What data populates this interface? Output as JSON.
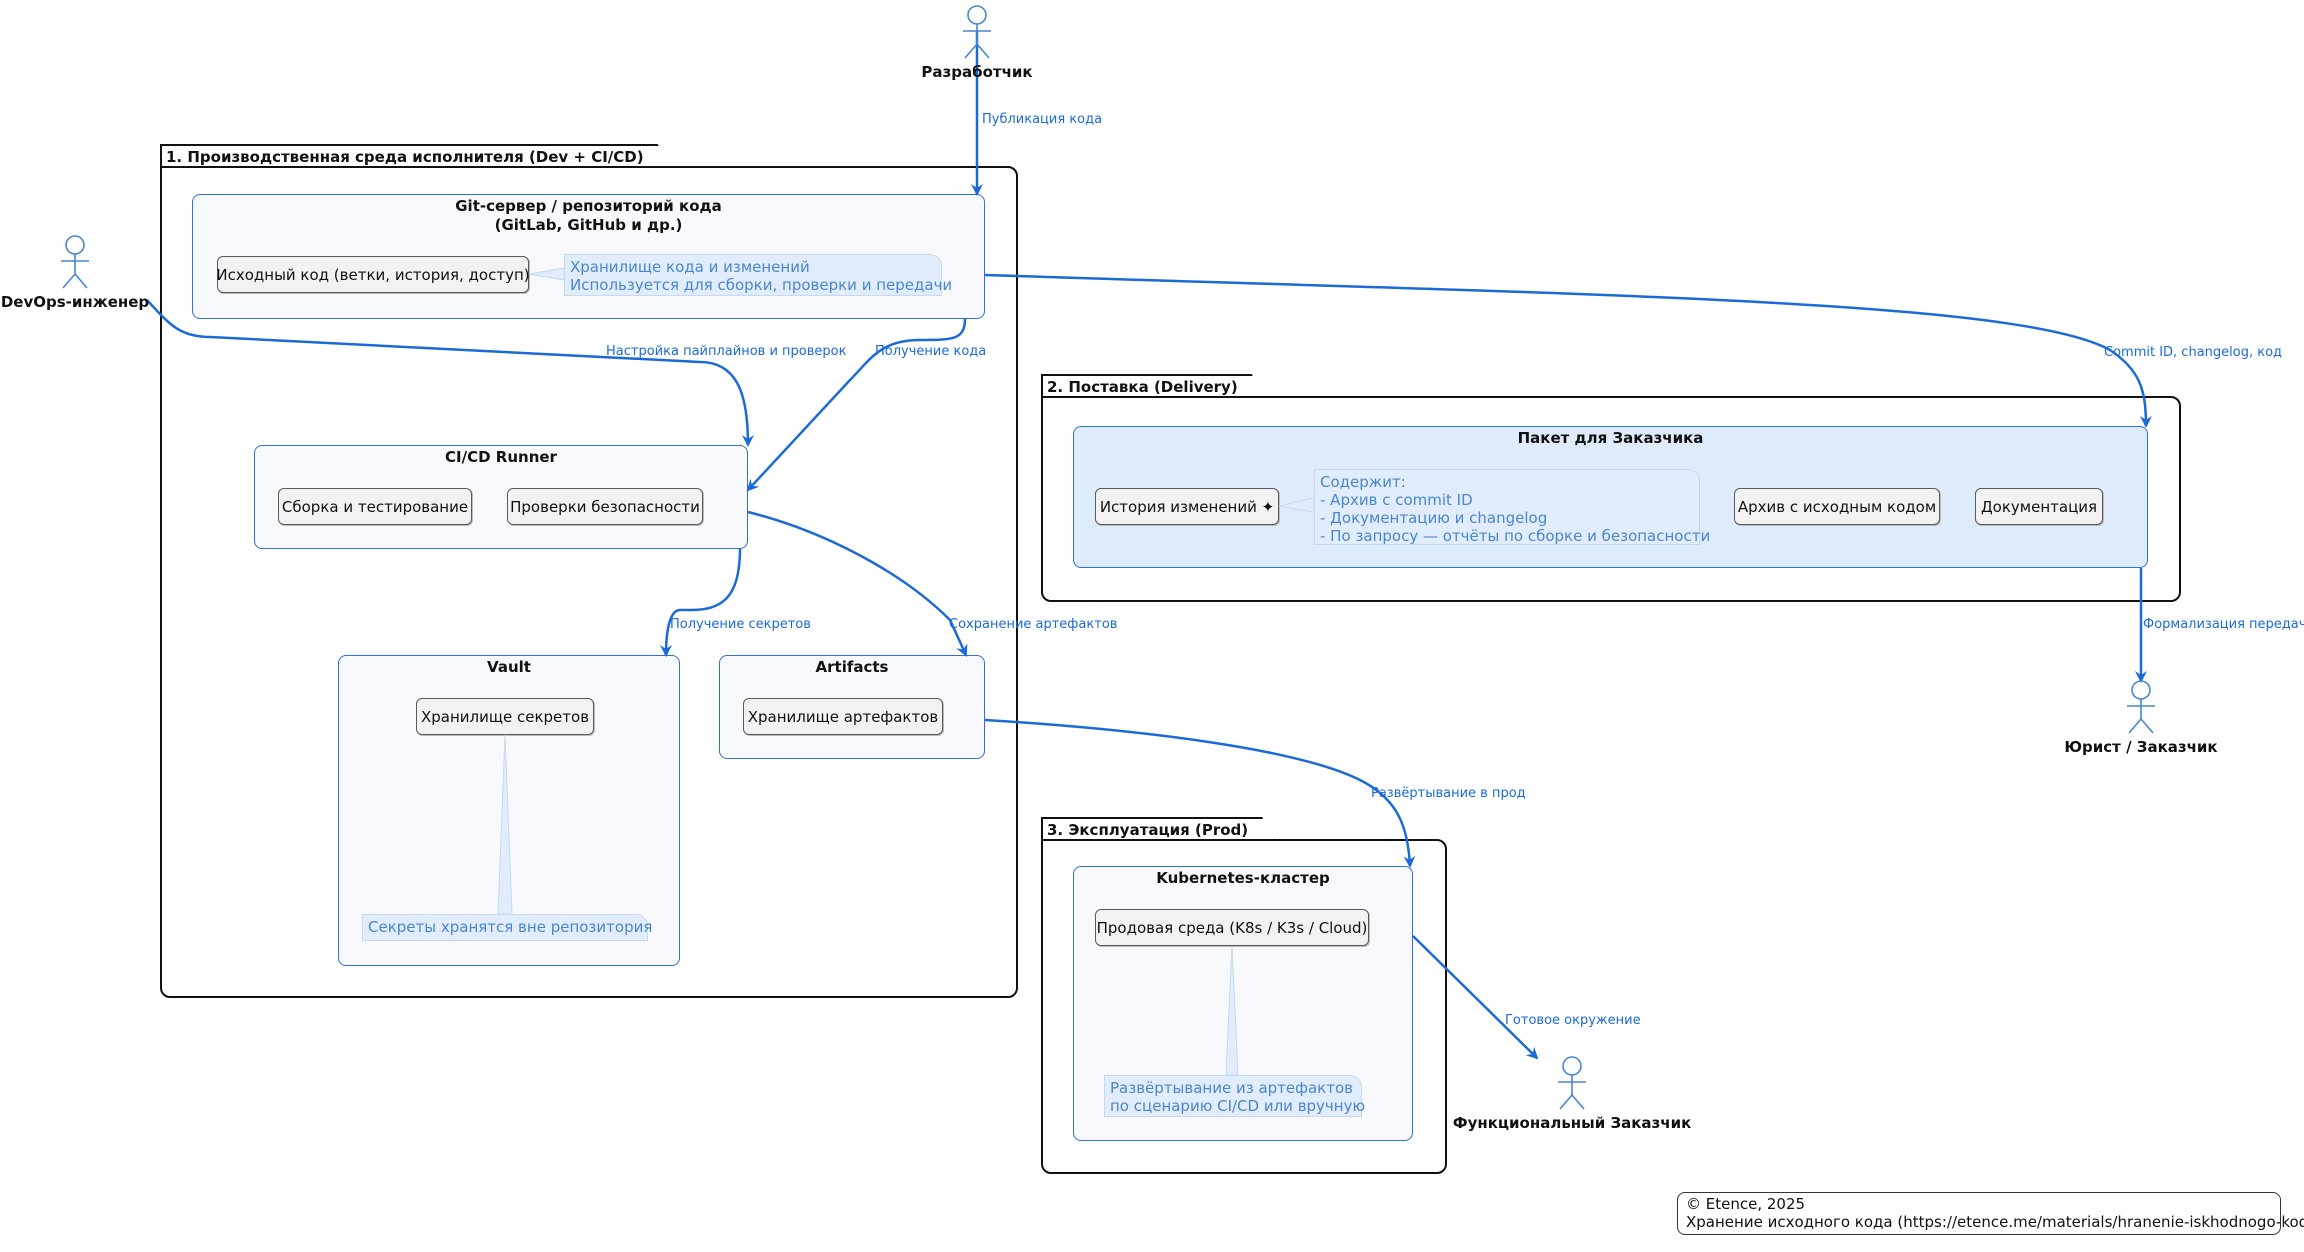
{
  "actors": {
    "developer": "Разработчик",
    "devops": "DevOps-инженер",
    "lawyer": "Юрист / Заказчик",
    "functional": "Функциональный Заказчик"
  },
  "packages": {
    "dev": "1. Производственная среда исполнителя (Dev + CI/CD)",
    "delivery": "2. Поставка (Delivery)",
    "prod": "3. Эксплуатация (Prod)"
  },
  "components": {
    "git": {
      "title_line1": "Git-сервер / репозиторий кода",
      "title_line2": "(GitLab, GitHub и др.)",
      "item": "Исходный код (ветки, история, доступ)",
      "note_line1": "Хранилище кода и изменений",
      "note_line2": "Используется для сборки, проверки и передачи"
    },
    "runner": {
      "title": "CI/CD Runner",
      "item1": "Сборка и тестирование",
      "item2": "Проверки безопасности"
    },
    "vault": {
      "title": "Vault",
      "item": "Хранилище секретов",
      "note": "Секреты хранятся вне репозитория"
    },
    "artifacts": {
      "title": "Artifacts",
      "item": "Хранилище артефактов"
    },
    "package": {
      "title": "Пакет для Заказчика",
      "item_history": "История изменений ✦",
      "note_line1": "Содержит:",
      "note_line2": "- Архив с commit ID",
      "note_line3": "- Документацию и changelog",
      "note_line4": "- По запросу — отчёты по сборке и безопасности",
      "item_archive": "Архив с исходным кодом",
      "item_docs": "Документация"
    },
    "k8s": {
      "title": "Kubernetes-кластер",
      "item": "Продовая среда (K8s / K3s / Cloud)",
      "note_line1": "Развёртывание из артефактов",
      "note_line2": "по сценарию CI/CD или вручную"
    }
  },
  "edges": {
    "publish": "Публикация кода",
    "pipelines": "Настройка пайплайнов и проверок",
    "get_code": "Получение кода",
    "commit": "Commit ID, changelog, код",
    "get_secrets": "Получение секретов",
    "save_artifacts": "Сохранение артефактов",
    "formalize": "Формализация передачи",
    "deploy": "Развёртывание в прод",
    "ready": "Готовое окружение"
  },
  "legend": {
    "line1": "© Etence, 2025",
    "line2": "Хранение исходного кода (https://etence.me/materials/hranenie-iskhodnogo-koda)"
  },
  "colors": {
    "arrow": "#1a6ad8",
    "actor": "#4a86cf",
    "component_border": "#2f6fd6",
    "note_fill": "#e1edfc",
    "package_fill": "#deebfb"
  }
}
